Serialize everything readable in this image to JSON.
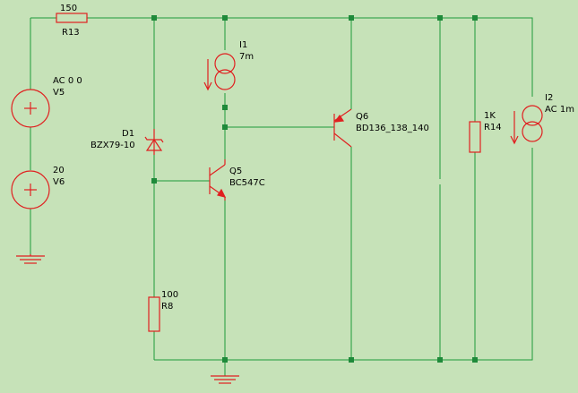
{
  "colors": {
    "background": "#c6e2b8",
    "wire": "#1f9a3a",
    "component": "#e02020",
    "node": "#1f8a3a",
    "text": "#000000"
  },
  "components": {
    "r13": {
      "value": "150",
      "name": "R13"
    },
    "v5": {
      "value": "AC 0 0",
      "name": "V5"
    },
    "v6": {
      "value": "20",
      "name": "V6"
    },
    "d1": {
      "name": "D1",
      "value": "BZX79-10"
    },
    "i1": {
      "name": "I1",
      "value": "7m"
    },
    "q5": {
      "name": "Q5",
      "value": "BC547C"
    },
    "q6": {
      "name": "Q6",
      "value": "BD136_138_140"
    },
    "r8": {
      "value": "100",
      "name": "R8"
    },
    "r14": {
      "value": "1K",
      "name": "R14"
    },
    "i2": {
      "name": "I2",
      "value": "AC 1m"
    }
  }
}
